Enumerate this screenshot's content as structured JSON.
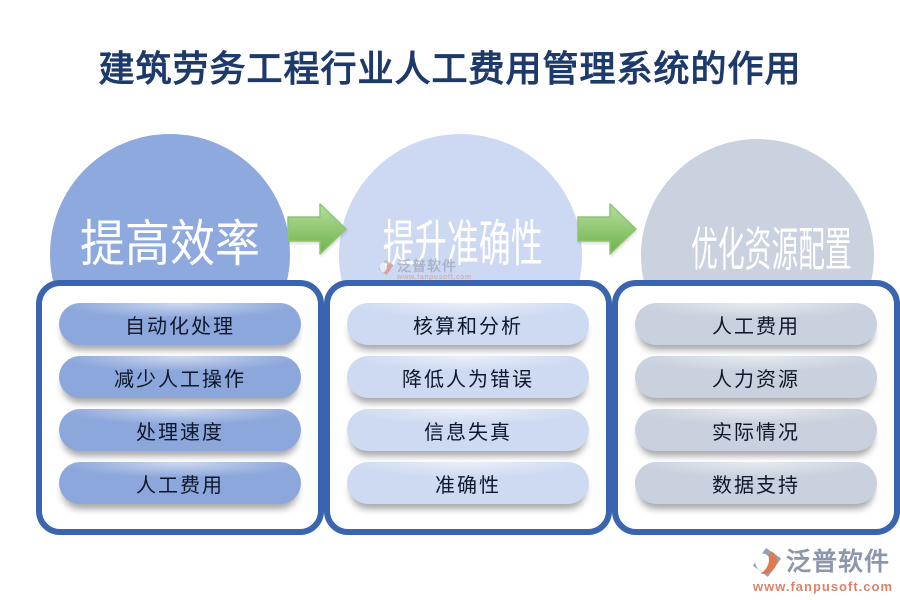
{
  "title": "建筑劳务工程行业人工费用管理系统的作用",
  "columns": [
    {
      "circle": "提高效率",
      "items": [
        "自动化处理",
        "减少人工操作",
        "处理速度",
        "人工费用"
      ]
    },
    {
      "circle": "提升准确性",
      "items": [
        "核算和分析",
        "降低人为错误",
        "信息失真",
        "准确性"
      ]
    },
    {
      "circle": "优化资源配置",
      "items": [
        "人工费用",
        "人力资源",
        "实际情况",
        "数据支持"
      ]
    }
  ],
  "watermark": {
    "brand": "泛普软件",
    "url": "www.fanpusoft.com"
  },
  "icons": {
    "arrow": "arrow-right-icon",
    "logo": "fanpu-logo-icon"
  },
  "colors": {
    "title": "#1d3a6b",
    "circle1": "#8ea9dd",
    "circle2": "#cdd9f2",
    "circle3": "#c9d2de",
    "pill1": "#8ca7db",
    "pill2": "#cedaf2",
    "pill3": "#c8d1dd",
    "panel_border": "#3a64b0",
    "arrow_green": "#7bbb58",
    "brand_gray": "#8d97ac",
    "brand_url_salmon": "#dd8168"
  }
}
